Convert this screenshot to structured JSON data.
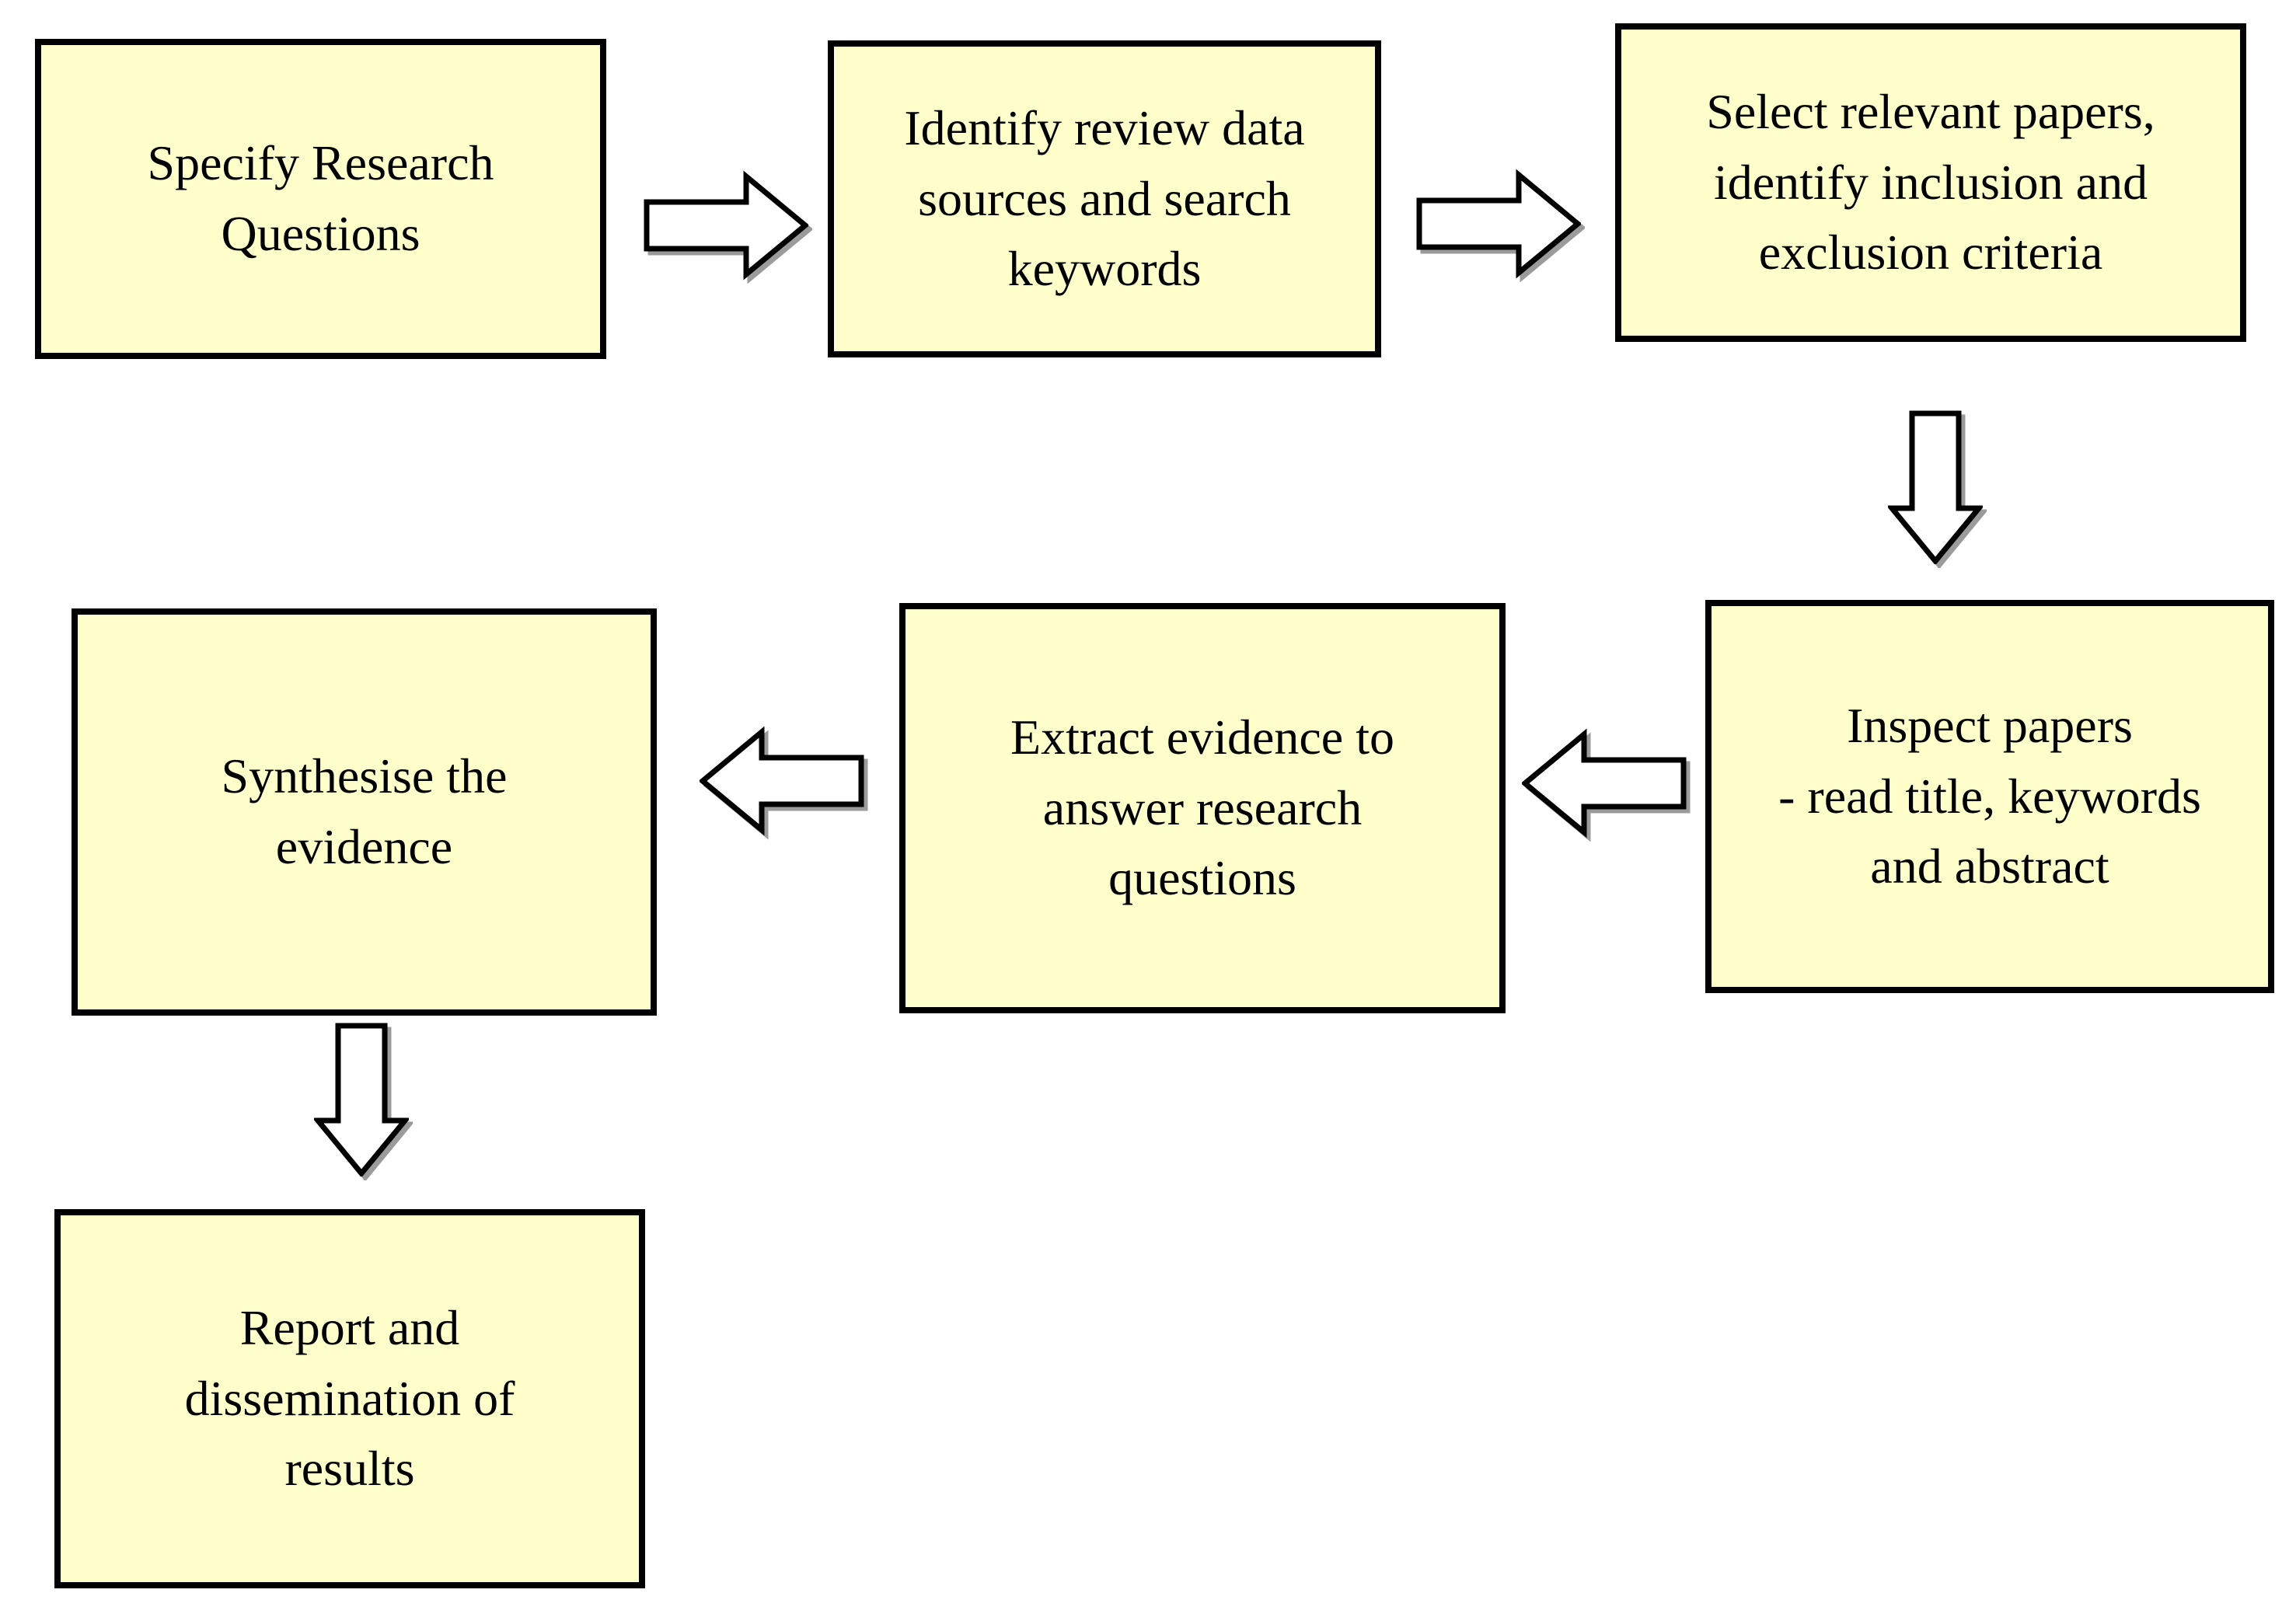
{
  "colors": {
    "background": "#ffffff",
    "box_fill": "#ffffcc",
    "box_border": "#000000",
    "arrow_fill": "#ffffff",
    "arrow_outline": "#000000",
    "arrow_shadow": "#9b9b9b",
    "text_color": "#000000"
  },
  "boxes": [
    {
      "name": "specify-research-questions",
      "lines": [
        "Specify Research",
        "Questions"
      ]
    },
    {
      "name": "identify-review-data-sources",
      "lines": [
        "Identify review data",
        "sources and search",
        "keywords"
      ]
    },
    {
      "name": "select-relevant-papers",
      "lines": [
        "Select relevant papers,",
        "identify inclusion and",
        "exclusion criteria"
      ]
    },
    {
      "name": "inspect-papers",
      "lines": [
        "Inspect papers",
        "- read title, keywords",
        "and abstract"
      ]
    },
    {
      "name": "extract-evidence",
      "lines": [
        "Extract evidence to",
        "answer research",
        "questions"
      ]
    },
    {
      "name": "synthesise-evidence",
      "lines": [
        "Synthesise the",
        "evidence"
      ]
    },
    {
      "name": "report-and-dissemination",
      "lines": [
        "Report and",
        "dissemination of",
        "results"
      ]
    }
  ],
  "arrows": [
    {
      "direction": "right",
      "from": "specify-research-questions",
      "to": "identify-review-data-sources"
    },
    {
      "direction": "right",
      "from": "identify-review-data-sources",
      "to": "select-relevant-papers"
    },
    {
      "direction": "down",
      "from": "select-relevant-papers",
      "to": "inspect-papers"
    },
    {
      "direction": "left",
      "from": "inspect-papers",
      "to": "extract-evidence"
    },
    {
      "direction": "left",
      "from": "extract-evidence",
      "to": "synthesise-evidence"
    },
    {
      "direction": "down",
      "from": "synthesise-evidence",
      "to": "report-and-dissemination"
    }
  ]
}
